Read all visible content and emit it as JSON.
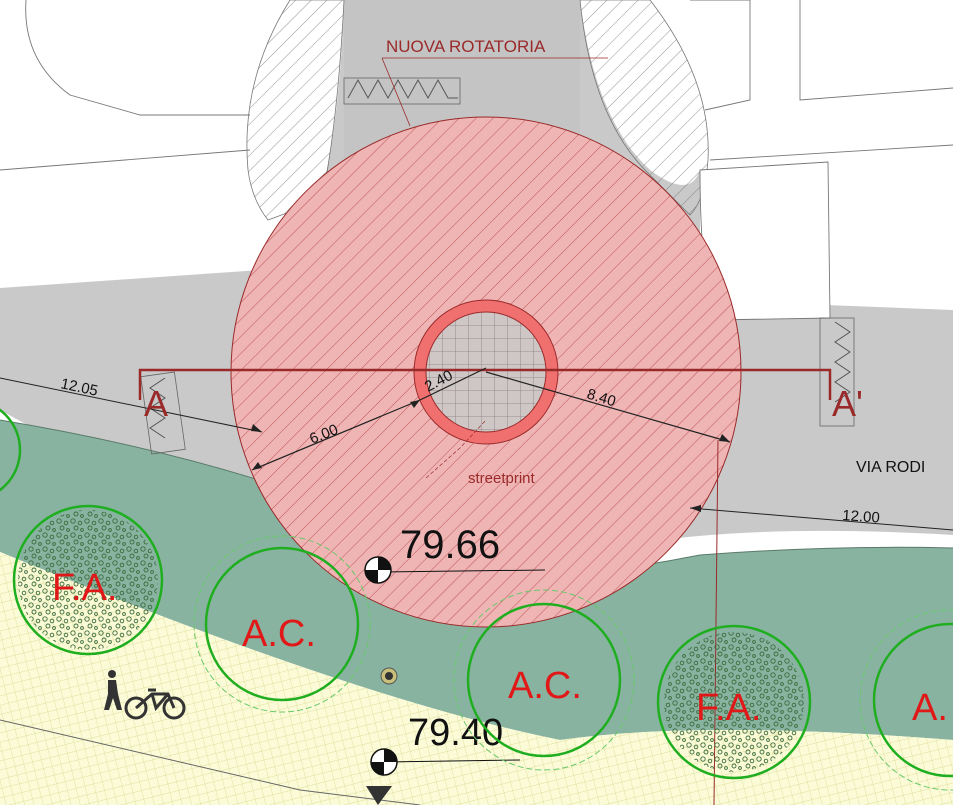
{
  "labels": {
    "title": "NUOVA ROTATORIA",
    "street": "VIA RODI",
    "streetprint": "streetprint",
    "section_a": "A",
    "section_a_prime": "A'",
    "dim_inner_radius": "2.40",
    "dim_ring": "6.00",
    "dim_outer_radius": "8.40",
    "dim_left_road": "12.05",
    "dim_right_road": "12.00",
    "elevation_1": "79.66",
    "elevation_2": "79.40",
    "tree_fa_1": "F.A.",
    "tree_ac_1": "A.C.",
    "tree_ac_2": "A.C.",
    "tree_fa_2": "F.A.",
    "tree_a_partial": "A."
  },
  "colors": {
    "road": "#c9c9c9",
    "green_strip": "#88b3a1",
    "cycle_path": "#fbfbd8",
    "roundabout_line": "#9a2a2a",
    "roundabout_fill": "#efb5b5",
    "island": "#f07070",
    "tree_outline": "#1fae1f",
    "tree_label": "#e01818"
  },
  "icons": [
    "pedestrian-icon",
    "bicycle-icon",
    "elevation-marker-icon",
    "drain-icon",
    "north-arrow-icon"
  ]
}
